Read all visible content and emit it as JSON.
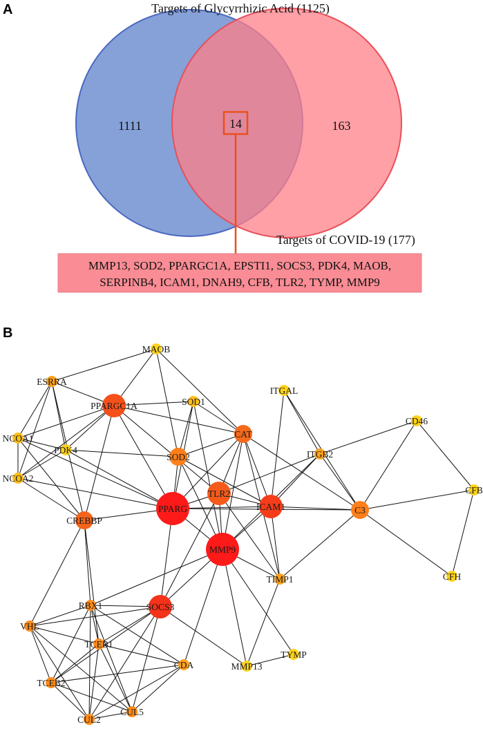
{
  "panels": {
    "a_label": "A",
    "b_label": "B"
  },
  "venn": {
    "set1_label": "Targets of Glycyrrhizic Acid (1125)",
    "set2_label": "Targets of COVID-19 (177)",
    "set1_only": "1111",
    "intersection": "14",
    "set2_only": "163",
    "set1_color": "#7090d0",
    "set2_color": "#ff7f88",
    "highlight_color": "#e8501a",
    "common_genes_lines": [
      "MMP13, SOD2, PPARGC1A, EPSTI1, SOCS3, PDK4, MAOB,",
      "SERPINB4, ICAM1, DNAH9, CFB, TLR2, TYMP, MMP9"
    ]
  },
  "network": {
    "nodes": [
      {
        "id": "MAOB",
        "label": "MAOB",
        "color": "#ffd21a",
        "size": "small"
      },
      {
        "id": "ESRRA",
        "label": "ESRRA",
        "color": "#ffa21a",
        "size": "small"
      },
      {
        "id": "SOD1",
        "label": "SOD1",
        "color": "#ffbe1a",
        "size": "small"
      },
      {
        "id": "ITGAL",
        "label": "ITGAL",
        "color": "#ffd21a",
        "size": "small"
      },
      {
        "id": "CD46",
        "label": "CD46",
        "color": "#ffd21a",
        "size": "small"
      },
      {
        "id": "PPARGC1A",
        "label": "PPARGC1A",
        "color": "#f5501a",
        "size": "large"
      },
      {
        "id": "NCOA1",
        "label": "NCOA1",
        "color": "#ffbe1a",
        "size": "small"
      },
      {
        "id": "CAT",
        "label": "CAT",
        "color": "#f56a1a",
        "size": "medium"
      },
      {
        "id": "PDK4",
        "label": "PDK4",
        "color": "#ffd21a",
        "size": "small"
      },
      {
        "id": "SOD2",
        "label": "SOD2",
        "color": "#ff7f1a",
        "size": "medium"
      },
      {
        "id": "ITGB2",
        "label": "ITGB2",
        "color": "#ffa21a",
        "size": "small"
      },
      {
        "id": "CFB",
        "label": "CFB",
        "color": "#ffd21a",
        "size": "small"
      },
      {
        "id": "NCOA2",
        "label": "NCOA2",
        "color": "#ffbe1a",
        "size": "small"
      },
      {
        "id": "TLR2",
        "label": "TLR2",
        "color": "#f55a1a",
        "size": "large"
      },
      {
        "id": "PPARG",
        "label": "PPARG",
        "color": "#ff1a1a",
        "size": "xlarge"
      },
      {
        "id": "ICAM1",
        "label": "ICAM1",
        "color": "#f53d1a",
        "size": "large"
      },
      {
        "id": "C3",
        "label": "C3",
        "color": "#ff7f1a",
        "size": "medium"
      },
      {
        "id": "CREBBP",
        "label": "CREBBP",
        "color": "#f5641a",
        "size": "medium"
      },
      {
        "id": "MMP9",
        "label": "MMP9",
        "color": "#ff1a1a",
        "size": "xlarge"
      },
      {
        "id": "TIMP1",
        "label": "TIMP1",
        "color": "#ffa21a",
        "size": "small"
      },
      {
        "id": "CFH",
        "label": "CFH",
        "color": "#ffd21a",
        "size": "small"
      },
      {
        "id": "RBX1",
        "label": "RBX1",
        "color": "#ff8c1a",
        "size": "small"
      },
      {
        "id": "SOCS3",
        "label": "SOCS3",
        "color": "#f5321a",
        "size": "large"
      },
      {
        "id": "VHL",
        "label": "VHL",
        "color": "#ff8c1a",
        "size": "small"
      },
      {
        "id": "TCEB1",
        "label": "TCEB1",
        "color": "#ff8c1a",
        "size": "small"
      },
      {
        "id": "CDA",
        "label": "CDA",
        "color": "#ffa21a",
        "size": "small"
      },
      {
        "id": "TYMP",
        "label": "TYMP",
        "color": "#ffd21a",
        "size": "small"
      },
      {
        "id": "MMP13",
        "label": "MMP13",
        "color": "#ffd21a",
        "size": "small"
      },
      {
        "id": "TCEB2",
        "label": "TCEB2",
        "color": "#ff8c1a",
        "size": "small"
      },
      {
        "id": "CUL2",
        "label": "CUL2",
        "color": "#ff8c1a",
        "size": "small"
      },
      {
        "id": "CUL5",
        "label": "CUL5",
        "color": "#ff8c1a",
        "size": "small"
      }
    ],
    "edges": [
      [
        "MAOB",
        "ESRRA"
      ],
      [
        "MAOB",
        "PPARGC1A"
      ],
      [
        "MAOB",
        "SOD2"
      ],
      [
        "MAOB",
        "CAT"
      ],
      [
        "ESRRA",
        "PPARGC1A"
      ],
      [
        "ESRRA",
        "NCOA1"
      ],
      [
        "ESRRA",
        "PDK4"
      ],
      [
        "ESRRA",
        "NCOA2"
      ],
      [
        "ESRRA",
        "CREBBP"
      ],
      [
        "NCOA1",
        "PDK4"
      ],
      [
        "NCOA1",
        "NCOA2"
      ],
      [
        "NCOA1",
        "PPARG"
      ],
      [
        "NCOA1",
        "CREBBP"
      ],
      [
        "NCOA1",
        "PPARGC1A"
      ],
      [
        "NCOA2",
        "PDK4"
      ],
      [
        "NCOA2",
        "PPARG"
      ],
      [
        "NCOA2",
        "CREBBP"
      ],
      [
        "NCOA2",
        "PPARGC1A"
      ],
      [
        "PDK4",
        "PPARGC1A"
      ],
      [
        "PDK4",
        "PPARG"
      ],
      [
        "PDK4",
        "SOD2"
      ],
      [
        "PPARGC1A",
        "CAT"
      ],
      [
        "PPARGC1A",
        "PPARG"
      ],
      [
        "PPARGC1A",
        "CREBBP"
      ],
      [
        "PPARGC1A",
        "SOD1"
      ],
      [
        "PPARGC1A",
        "TLR2"
      ],
      [
        "SOD1",
        "SOD2"
      ],
      [
        "SOD1",
        "CAT"
      ],
      [
        "SOD1",
        "PPARG"
      ],
      [
        "SOD1",
        "MMP9"
      ],
      [
        "CAT",
        "SOD2"
      ],
      [
        "CAT",
        "PPARG"
      ],
      [
        "CAT",
        "TLR2"
      ],
      [
        "CAT",
        "ICAM1"
      ],
      [
        "CAT",
        "MMP9"
      ],
      [
        "CAT",
        "C3"
      ],
      [
        "CAT",
        "TIMP1"
      ],
      [
        "SOD2",
        "PPARG"
      ],
      [
        "SOD2",
        "MMP9"
      ],
      [
        "SOD2",
        "ICAM1"
      ],
      [
        "ITGAL",
        "ITGB2"
      ],
      [
        "ITGAL",
        "ICAM1"
      ],
      [
        "ITGAL",
        "C3"
      ],
      [
        "ITGB2",
        "C3"
      ],
      [
        "ITGB2",
        "CD46"
      ],
      [
        "ITGB2",
        "ICAM1"
      ],
      [
        "ITGB2",
        "MMP9"
      ],
      [
        "ITGB2",
        "TLR2"
      ],
      [
        "CD46",
        "C3"
      ],
      [
        "CD46",
        "CFB"
      ],
      [
        "CFB",
        "C3"
      ],
      [
        "CFB",
        "CFH"
      ],
      [
        "CFH",
        "C3"
      ],
      [
        "C3",
        "ICAM1"
      ],
      [
        "C3",
        "PPARG"
      ],
      [
        "C3",
        "TIMP1"
      ],
      [
        "PPARG",
        "TLR2"
      ],
      [
        "PPARG",
        "ICAM1"
      ],
      [
        "PPARG",
        "MMP9"
      ],
      [
        "PPARG",
        "CREBBP"
      ],
      [
        "PPARG",
        "SOCS3"
      ],
      [
        "TLR2",
        "ICAM1"
      ],
      [
        "TLR2",
        "MMP9"
      ],
      [
        "TLR2",
        "TIMP1"
      ],
      [
        "TLR2",
        "SOCS3"
      ],
      [
        "ICAM1",
        "MMP9"
      ],
      [
        "ICAM1",
        "TIMP1"
      ],
      [
        "MMP9",
        "TIMP1"
      ],
      [
        "MMP9",
        "SOCS3"
      ],
      [
        "MMP9",
        "MMP13"
      ],
      [
        "MMP9",
        "TYMP"
      ],
      [
        "MMP9",
        "CDA"
      ],
      [
        "MMP9",
        "RBX1"
      ],
      [
        "TIMP1",
        "MMP13"
      ],
      [
        "CREBBP",
        "RBX1"
      ],
      [
        "CREBBP",
        "VHL"
      ],
      [
        "CREBBP",
        "TCEB1"
      ],
      [
        "RBX1",
        "SOCS3"
      ],
      [
        "RBX1",
        "VHL"
      ],
      [
        "RBX1",
        "TCEB1"
      ],
      [
        "RBX1",
        "TCEB2"
      ],
      [
        "RBX1",
        "CUL2"
      ],
      [
        "RBX1",
        "CUL5"
      ],
      [
        "RBX1",
        "CDA"
      ],
      [
        "SOCS3",
        "TCEB1"
      ],
      [
        "SOCS3",
        "TCEB2"
      ],
      [
        "SOCS3",
        "CUL2"
      ],
      [
        "SOCS3",
        "CUL5"
      ],
      [
        "SOCS3",
        "MMP13"
      ],
      [
        "SOCS3",
        "VHL"
      ],
      [
        "VHL",
        "TCEB1"
      ],
      [
        "VHL",
        "TCEB2"
      ],
      [
        "VHL",
        "CUL2"
      ],
      [
        "VHL",
        "CUL5"
      ],
      [
        "TCEB1",
        "TCEB2"
      ],
      [
        "TCEB1",
        "CUL2"
      ],
      [
        "TCEB1",
        "CUL5"
      ],
      [
        "TCEB1",
        "CDA"
      ],
      [
        "TCEB2",
        "CUL2"
      ],
      [
        "TCEB2",
        "CUL5"
      ],
      [
        "TCEB2",
        "CDA"
      ],
      [
        "CUL2",
        "CUL5"
      ],
      [
        "CUL2",
        "CDA"
      ],
      [
        "CUL5",
        "CDA"
      ],
      [
        "MMP13",
        "TYMP"
      ]
    ]
  }
}
